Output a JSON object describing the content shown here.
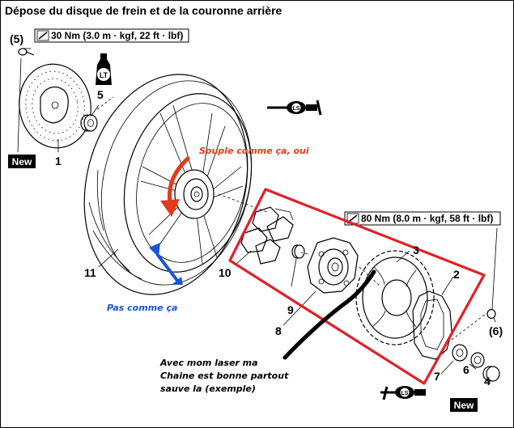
{
  "title": "Dépose du disque de frein et de la couronne arrière",
  "torque_specs": [
    {
      "text": "30 Nm (3.0 m · kgf, 22 ft · lbf)"
    },
    {
      "text": "80 Nm (8.0 m · kgf, 58 ft · lbf)"
    }
  ],
  "callouts": {
    "c5a": "(5)",
    "c5": "5",
    "c1": "1",
    "c11": "11",
    "c10": "10",
    "c9": "9",
    "c8": "8",
    "c3": "3",
    "c2": "2",
    "c7": "7",
    "c6": "6",
    "c4": "4",
    "c6b": "(6)"
  },
  "badges": {
    "new1": "New",
    "new2": "New",
    "lt": "LT",
    "ls1": "LS",
    "ls2": "LS"
  },
  "annotations": {
    "red": "Souple comme ça, oui",
    "blue": "Pas comme ça",
    "black_1": "Avec mom laser ma",
    "black_2": "Chaine est bonne partout",
    "black_3": "sauve la (exemple)"
  },
  "colors": {
    "red": "#e23b1c",
    "blue": "#1a55d6",
    "highlight_box": "#e0202a"
  },
  "icons": [
    "torque-wrench-icon",
    "loctite-bottle-icon",
    "grease-gun-icon",
    "grease-gun-icon",
    "curved-arrow-icon",
    "blue-arrow-icon"
  ]
}
